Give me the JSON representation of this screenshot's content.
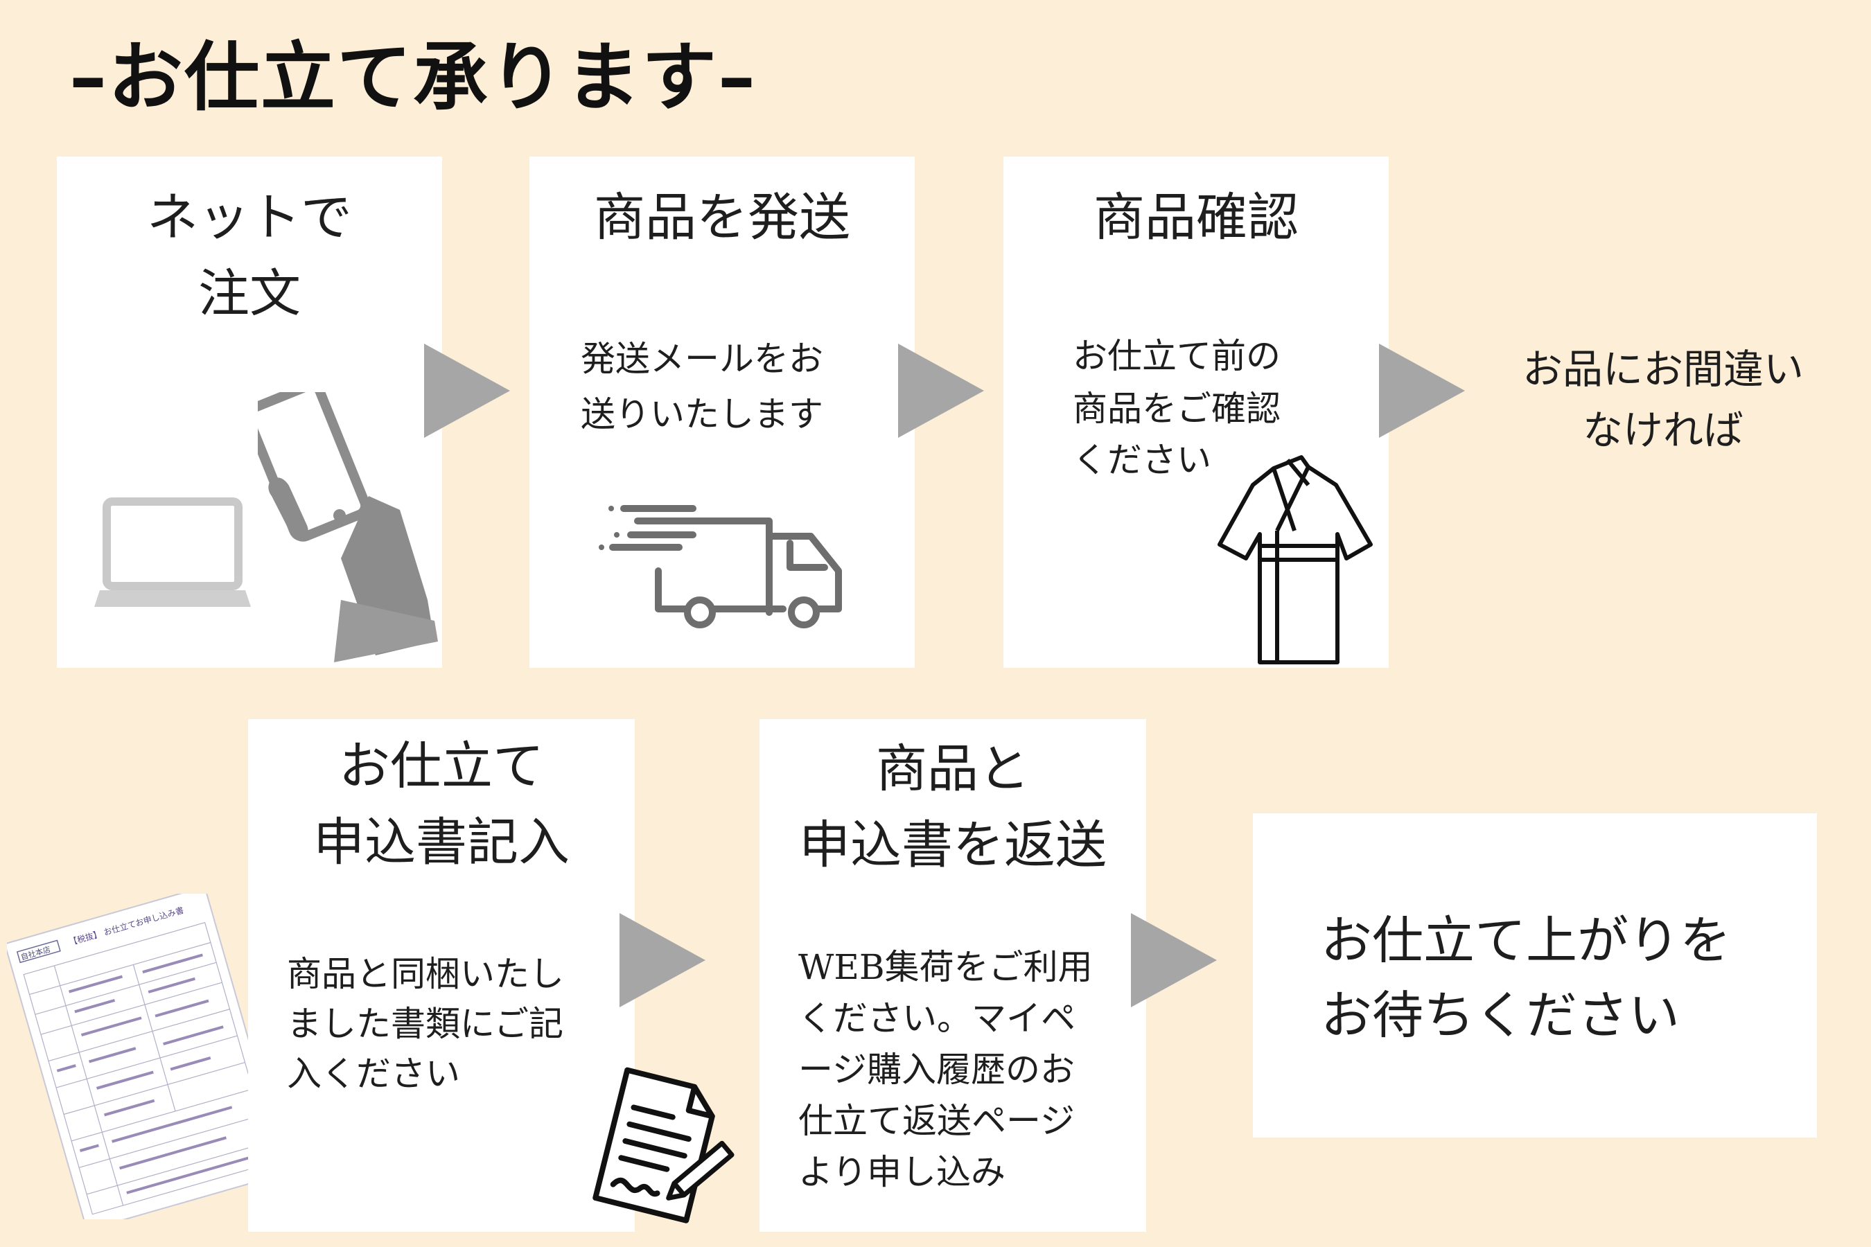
{
  "title": "–お仕立て承ります–",
  "steps": [
    {
      "title_line1": "ネットで",
      "title_line2": "注文",
      "icons": [
        "laptop-icon",
        "smartphone-hand-icon"
      ]
    },
    {
      "title": "商品を発送",
      "text_line1": "発送メールをお",
      "text_line2": "送りいたします",
      "icon": "delivery-truck-icon"
    },
    {
      "title": "商品確認",
      "text_line1": "お仕立て前の",
      "text_line2": "商品をご確認",
      "text_line3": "ください",
      "icon": "kimono-icon"
    },
    {
      "text_line1": "お品にお間違い",
      "text_line2": "なければ"
    },
    {
      "title_line1": "お仕立て",
      "title_line2": "申込書記入",
      "text_line1": "商品と同梱いたし",
      "text_line2": "ました書類にご記",
      "text_line3": "入ください",
      "icon": "document-sign-icon"
    },
    {
      "title_line1": "商品と",
      "title_line2": "申込書を返送",
      "text_line1": "WEB集荷をご利用",
      "text_line2": "ください。マイペ",
      "text_line3": "ージ購入履歴のお",
      "text_line4": "仕立て返送ページ",
      "text_line5": "より申し込み"
    },
    {
      "text_line1": "お仕立て上がりを",
      "text_line2": "お待ちください"
    }
  ],
  "form": {
    "store_label": "自社本店",
    "header": "【税抜】 お仕立てお申し込み書"
  },
  "colors": {
    "background": "#fdeed8",
    "card": "#ffffff",
    "arrow": "#a6a6a6",
    "icon_gray": "#8c8c8c"
  }
}
